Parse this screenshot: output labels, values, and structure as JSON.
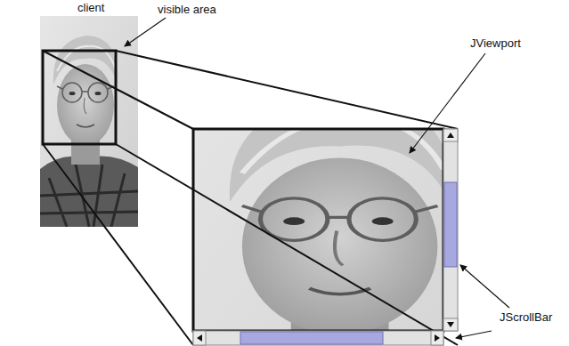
{
  "diagram": {
    "labels": [
      "client",
      "visible area",
      "JViewport",
      "JScrollBar"
    ]
  }
}
